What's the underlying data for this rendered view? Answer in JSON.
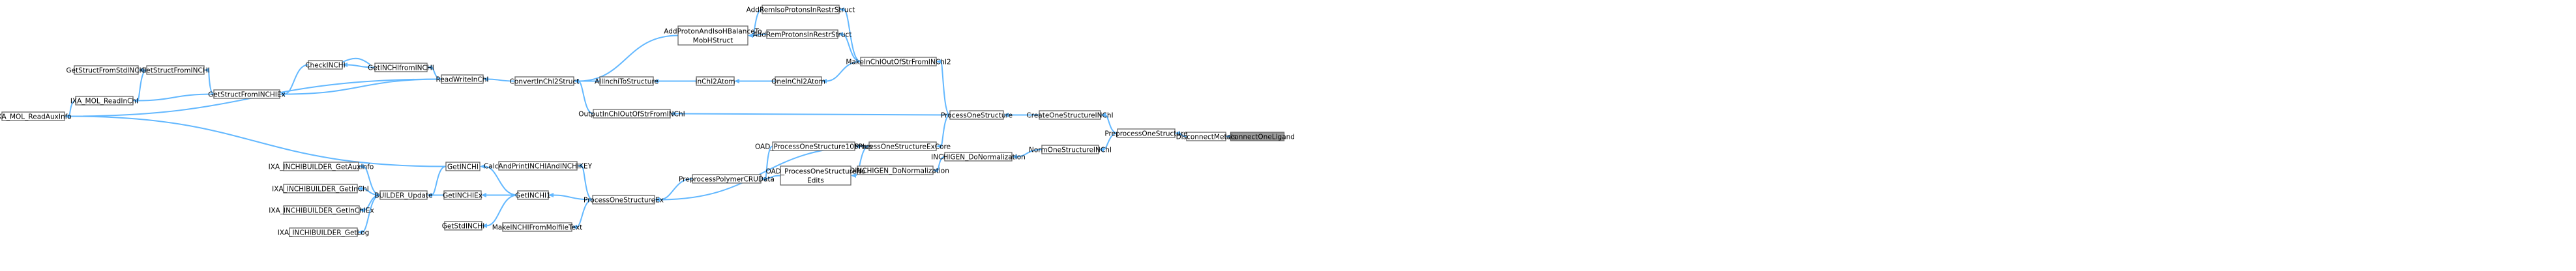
{
  "graph": {
    "root": "DisconnectOneLigand",
    "nodes": [
      {
        "id": "DisconnectOneLigand",
        "label": "DisconnectOneLigand",
        "root": true
      },
      {
        "id": "DisconnectMetals",
        "label": "DisconnectMetals"
      },
      {
        "id": "PreprocessOneStructure",
        "label": "PreprocessOneStructure"
      },
      {
        "id": "CreateOneStructureINChI",
        "label": "CreateOneStructureINChI"
      },
      {
        "id": "NormOneStructureINChI",
        "label": "NormOneStructureINChI"
      },
      {
        "id": "ProcessOneStructure",
        "label": "ProcessOneStructure"
      },
      {
        "id": "INCHIGEN_DoNormalization",
        "label": "INCHIGEN_DoNormalization"
      },
      {
        "id": "STDINCHIGEN_DoNormalization",
        "label": "STDINCHIGEN_DoNormalization"
      },
      {
        "id": "MakeInChIOutOfStrFromINChI2",
        "label": "MakeInChIOutOfStrFromINChI2"
      },
      {
        "id": "AddRemIsoProtonsInRestrStruct",
        "label": "AddRemIsoProtonsInRestrStruct"
      },
      {
        "id": "AddRemProtonsInRestrStruct",
        "label": "AddRemProtonsInRestrStruct"
      },
      {
        "id": "OneInChI2Atom",
        "label": "OneInChI2Atom"
      },
      {
        "id": "AddProtonAndIsoHBalanceToMobHStruct",
        "label": "AddProtonAndIsoHBalanceTo\nMobHStruct"
      },
      {
        "id": "InChI2Atom",
        "label": "InChI2Atom"
      },
      {
        "id": "AllInchiToStructure",
        "label": "AllInchiToStructure"
      },
      {
        "id": "ConvertInChI2Struct",
        "label": "ConvertInChI2Struct"
      },
      {
        "id": "OutputInChIOutOfStrFromINChI",
        "label": "OutputInChIOutOfStrFromINChI"
      },
      {
        "id": "ReadWriteInChI",
        "label": "ReadWriteInChI"
      },
      {
        "id": "GetINCHIfromINCHI",
        "label": "GetINCHIfromINCHI"
      },
      {
        "id": "CheckINCHI",
        "label": "CheckINCHI"
      },
      {
        "id": "GetStructFromINCHIEx",
        "label": "GetStructFromINCHIEx"
      },
      {
        "id": "GetStructFromINCHI",
        "label": "GetStructFromINCHI"
      },
      {
        "id": "GetStructFromStdINCHI",
        "label": "GetStructFromStdINCHI"
      },
      {
        "id": "IXA_MOL_ReadInChI",
        "label": "IXA_MOL_ReadInChI"
      },
      {
        "id": "IXA_MOL_ReadAuxInfo",
        "label": "IXA_MOL_ReadAuxInfo"
      },
      {
        "id": "ProcessOneStructureExCore",
        "label": "ProcessOneStructureExCore"
      },
      {
        "id": "OAD_ProcessOneStructure105Plus",
        "label": "OAD_ProcessOneStructure105Plus"
      },
      {
        "id": "OAD_ProcessOneStructureNoEdits",
        "label": "OAD_ProcessOneStructureNo\nEdits"
      },
      {
        "id": "PreprocessPolymerCRUData",
        "label": "PreprocessPolymerCRUData"
      },
      {
        "id": "ProcessOneStructureEx",
        "label": "ProcessOneStructureEx"
      },
      {
        "id": "CalcAndPrintINCHIAndINCHIKEY",
        "label": "CalcAndPrintINCHIAndINCHIKEY"
      },
      {
        "id": "GetINCHI1",
        "label": "GetINCHI1"
      },
      {
        "id": "MakeINCHIFromMolfileText",
        "label": "MakeINCHIFromMolfileText"
      },
      {
        "id": "GetINCHI",
        "label": "GetINCHI"
      },
      {
        "id": "GetINCHIEx",
        "label": "GetINCHIEx"
      },
      {
        "id": "GetStdINCHI",
        "label": "GetStdINCHI"
      },
      {
        "id": "BUILDER_Update",
        "label": "BUILDER_Update"
      },
      {
        "id": "IXA_INCHIBUILDER_GetAuxInfo",
        "label": "IXA_INCHIBUILDER_GetAuxInfo"
      },
      {
        "id": "IXA_INCHIBUILDER_GetInChI",
        "label": "IXA_INCHIBUILDER_GetInChI"
      },
      {
        "id": "IXA_INCHIBUILDER_GetInChIEx",
        "label": "IXA_INCHIBUILDER_GetInChIEx"
      },
      {
        "id": "IXA_INCHIBUILDER_GetLog",
        "label": "IXA_INCHIBUILDER_GetLog"
      }
    ],
    "edges": [
      {
        "from": "DisconnectMetals",
        "to": "DisconnectOneLigand"
      },
      {
        "from": "PreprocessOneStructure",
        "to": "DisconnectMetals"
      },
      {
        "from": "CreateOneStructureINChI",
        "to": "PreprocessOneStructure"
      },
      {
        "from": "NormOneStructureINChI",
        "to": "PreprocessOneStructure"
      },
      {
        "from": "ProcessOneStructure",
        "to": "CreateOneStructureINChI"
      },
      {
        "from": "INCHIGEN_DoNormalization",
        "to": "NormOneStructureINChI"
      },
      {
        "from": "STDINCHIGEN_DoNormalization",
        "to": "INCHIGEN_DoNormalization"
      },
      {
        "from": "MakeInChIOutOfStrFromINChI2",
        "to": "ProcessOneStructure"
      },
      {
        "from": "OutputInChIOutOfStrFromINChI",
        "to": "ProcessOneStructure"
      },
      {
        "from": "ProcessOneStructureExCore",
        "to": "ProcessOneStructure"
      },
      {
        "from": "AddRemIsoProtonsInRestrStruct",
        "to": "MakeInChIOutOfStrFromINChI2"
      },
      {
        "from": "AddRemProtonsInRestrStruct",
        "to": "MakeInChIOutOfStrFromINChI2"
      },
      {
        "from": "OneInChI2Atom",
        "to": "MakeInChIOutOfStrFromINChI2"
      },
      {
        "from": "AddProtonAndIsoHBalanceToMobHStruct",
        "to": "AddRemIsoProtonsInRestrStruct"
      },
      {
        "from": "AddProtonAndIsoHBalanceToMobHStruct",
        "to": "AddRemProtonsInRestrStruct"
      },
      {
        "from": "InChI2Atom",
        "to": "OneInChI2Atom"
      },
      {
        "from": "AllInchiToStructure",
        "to": "InChI2Atom"
      },
      {
        "from": "ConvertInChI2Struct",
        "to": "AddProtonAndIsoHBalanceToMobHStruct"
      },
      {
        "from": "ConvertInChI2Struct",
        "to": "AllInchiToStructure"
      },
      {
        "from": "ConvertInChI2Struct",
        "to": "OutputInChIOutOfStrFromINChI"
      },
      {
        "from": "ReadWriteInChI",
        "to": "ConvertInChI2Struct"
      },
      {
        "from": "GetINCHIfromINCHI",
        "to": "ReadWriteInChI"
      },
      {
        "from": "GetStructFromINCHIEx",
        "to": "ReadWriteInChI"
      },
      {
        "from": "IXA_MOL_ReadAuxInfo",
        "to": "ReadWriteInChI"
      },
      {
        "from": "CheckINCHI",
        "to": "GetINCHIfromINCHI"
      },
      {
        "from": "GetINCHIfromINCHI",
        "to": "CheckINCHI"
      },
      {
        "from": "GetStructFromINCHIEx",
        "to": "CheckINCHI"
      },
      {
        "from": "GetStructFromINCHI",
        "to": "GetStructFromINCHIEx"
      },
      {
        "from": "IXA_MOL_ReadInChI",
        "to": "GetStructFromINCHIEx"
      },
      {
        "from": "GetStructFromStdINCHI",
        "to": "GetStructFromINCHI"
      },
      {
        "from": "IXA_MOL_ReadInChI",
        "to": "GetStructFromINCHI"
      },
      {
        "from": "IXA_MOL_ReadAuxInfo",
        "to": "IXA_MOL_ReadInChI"
      },
      {
        "from": "OAD_ProcessOneStructure105Plus",
        "to": "ProcessOneStructureExCore"
      },
      {
        "from": "OAD_ProcessOneStructureNoEdits",
        "to": "ProcessOneStructureExCore"
      },
      {
        "from": "ProcessOneStructureEx",
        "to": "ProcessOneStructureExCore"
      },
      {
        "from": "PreprocessPolymerCRUData",
        "to": "OAD_ProcessOneStructure105Plus"
      },
      {
        "from": "PreprocessPolymerCRUData",
        "to": "OAD_ProcessOneStructureNoEdits"
      },
      {
        "from": "ProcessOneStructureEx",
        "to": "PreprocessPolymerCRUData"
      },
      {
        "from": "CalcAndPrintINCHIAndINCHIKEY",
        "to": "ProcessOneStructureEx"
      },
      {
        "from": "GetINCHI1",
        "to": "ProcessOneStructureEx"
      },
      {
        "from": "MakeINCHIFromMolfileText",
        "to": "ProcessOneStructureEx"
      },
      {
        "from": "GetINCHI",
        "to": "GetINCHI1"
      },
      {
        "from": "GetINCHIEx",
        "to": "GetINCHI1"
      },
      {
        "from": "GetStdINCHI",
        "to": "GetINCHI1"
      },
      {
        "from": "BUILDER_Update",
        "to": "GetINCHI"
      },
      {
        "from": "BUILDER_Update",
        "to": "GetINCHIEx"
      },
      {
        "from": "IXA_MOL_ReadAuxInfo",
        "to": "GetINCHI"
      },
      {
        "from": "IXA_INCHIBUILDER_GetAuxInfo",
        "to": "BUILDER_Update"
      },
      {
        "from": "IXA_INCHIBUILDER_GetInChI",
        "to": "BUILDER_Update"
      },
      {
        "from": "IXA_INCHIBUILDER_GetInChIEx",
        "to": "BUILDER_Update"
      },
      {
        "from": "IXA_INCHIBUILDER_GetLog",
        "to": "BUILDER_Update"
      }
    ]
  }
}
